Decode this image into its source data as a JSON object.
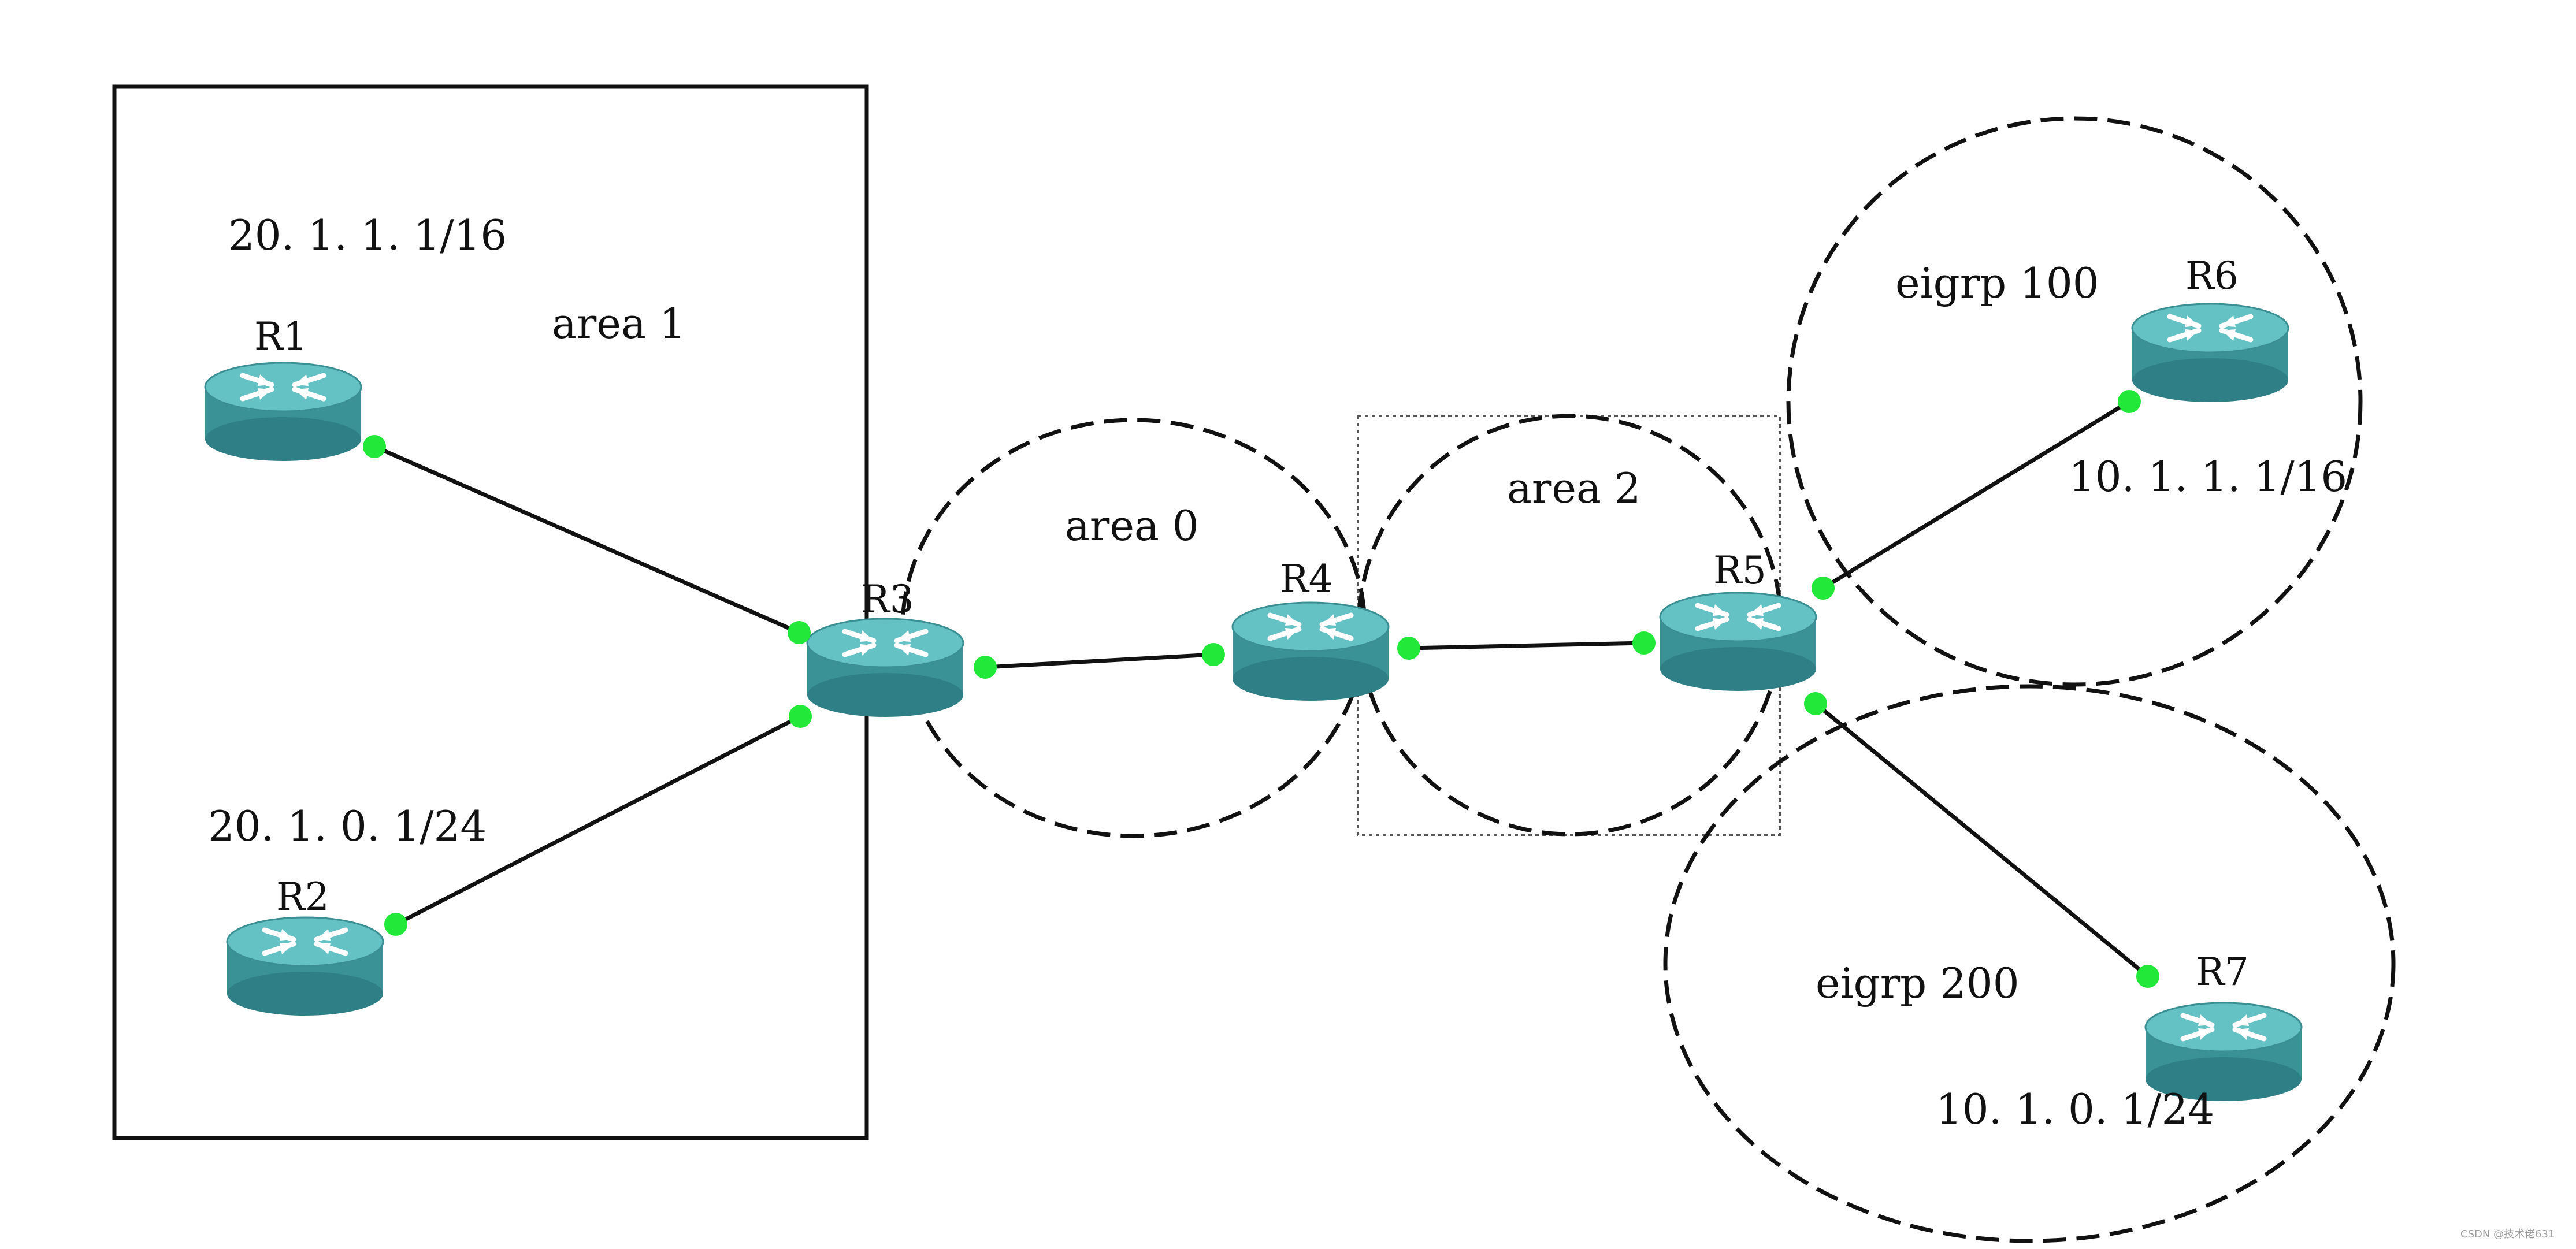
{
  "diagram": {
    "routers": [
      {
        "id": "R1",
        "label": "R1"
      },
      {
        "id": "R2",
        "label": "R2"
      },
      {
        "id": "R3",
        "label": "R3"
      },
      {
        "id": "R4",
        "label": "R4"
      },
      {
        "id": "R5",
        "label": "R5"
      },
      {
        "id": "R6",
        "label": "R6"
      },
      {
        "id": "R7",
        "label": "R7"
      }
    ],
    "links": [
      {
        "from": "R1",
        "to": "R3"
      },
      {
        "from": "R2",
        "to": "R3"
      },
      {
        "from": "R3",
        "to": "R4"
      },
      {
        "from": "R4",
        "to": "R5"
      },
      {
        "from": "R5",
        "to": "R6"
      },
      {
        "from": "R5",
        "to": "R7"
      }
    ],
    "labels": {
      "r1_network": "20. 1. 1. 1/16",
      "r2_network": "20. 1. 0. 1/24",
      "area1": "area 1",
      "area0": "area 0",
      "area2": "area 2",
      "eigrp100": "eigrp 100",
      "eigrp200": "eigrp 200",
      "r6_network": "10. 1. 1. 1/16",
      "r7_network": "10. 1. 0. 1/24"
    },
    "watermark": "CSDN @技术佬631",
    "colors": {
      "router_body": "#3f9ba0",
      "router_top": "#62c0c3",
      "port": "#22e83a",
      "line": "#111111"
    }
  }
}
